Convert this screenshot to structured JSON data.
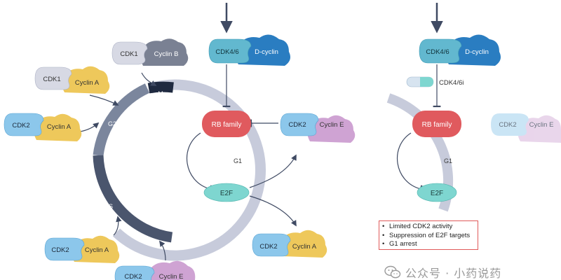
{
  "labels": {
    "cdk1": "CDK1",
    "cdk2": "CDK2",
    "cdk46": "CDK4/6",
    "cyclin_a": "Cyclin A",
    "cyclin_b": "Cyclin B",
    "cyclin_e": "Cyclin E",
    "d_cyclin": "D-cyclin",
    "rb_family": "RB family",
    "e2f": "E2F",
    "cdk46i": "CDK4/6i"
  },
  "phases": {
    "m": "M",
    "g2": "G2",
    "s": "S",
    "g1": "G1"
  },
  "effects": [
    "Limited CDK2 activity",
    "Suppression of E2F targets",
    "G1 arrest"
  ],
  "watermark": {
    "text": "公众号 · 小药说药"
  },
  "colors": {
    "cdk1": "#d7d9e4",
    "cdk2": "#8cc7eb",
    "cdk46": "#62b8cf",
    "cyclin_a": "#eec85b",
    "cyclin_b": "#7a8193",
    "cyclin_e": "#cfa3d3",
    "d_cyclin": "#2a7dc1",
    "rb": "#e05a5e",
    "e2f": "#7ed6d0",
    "ring_g1": "#c7cbdb",
    "ring_g2": "#7b869d",
    "ring_s": "#4a556d",
    "ring_m": "#1f2a40",
    "arrow": "#3f4a63"
  }
}
